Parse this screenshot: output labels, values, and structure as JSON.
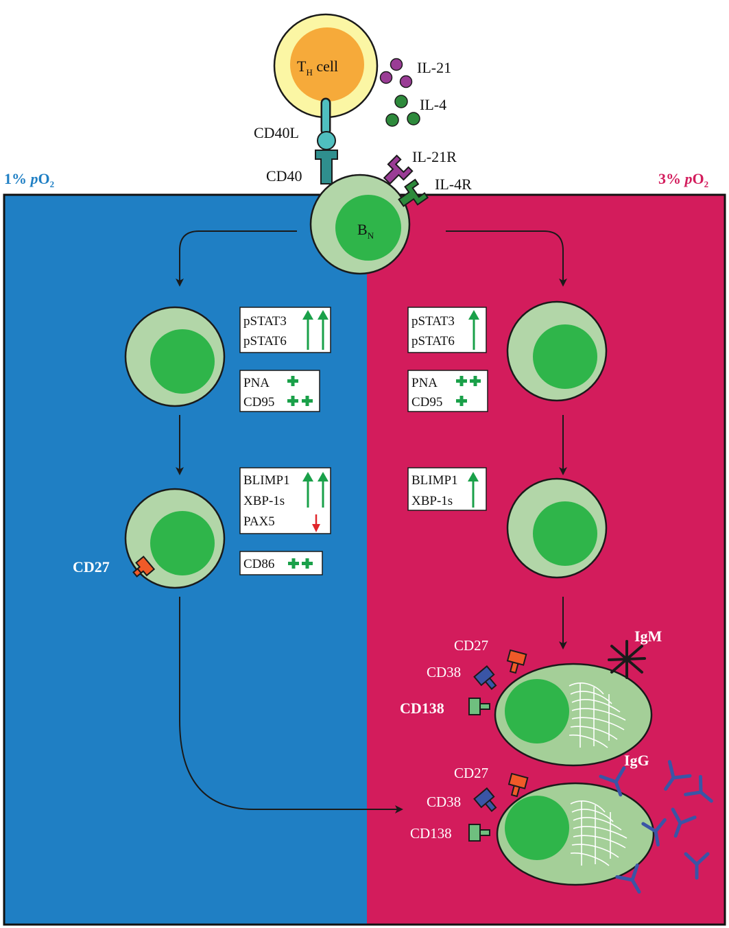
{
  "header": {
    "th_cell_main": "T",
    "th_cell_sub": "H",
    "th_cell_suffix": " cell",
    "il21": "IL-21",
    "il4": "IL-4",
    "cd40l": "CD40L",
    "cd40": "CD40",
    "il21r": "IL-21R",
    "il4r": "IL-4R",
    "bn_main": "B",
    "bn_sub": "N"
  },
  "conditions": {
    "left_prefix": "1% ",
    "left_italic": "p",
    "left_o": "O",
    "left_sub": "2",
    "right_prefix": "3% ",
    "right_italic": "p",
    "right_o": "O",
    "right_sub": "2"
  },
  "left": {
    "stat_line1": "pSTAT3",
    "stat_line2": "pSTAT6",
    "pna": "PNA",
    "cd95": "CD95",
    "blimp1": "BLIMP1",
    "xbp1s": "XBP-1s",
    "pax5": "PAX5",
    "cd86": "CD86",
    "cd27": "CD27"
  },
  "right": {
    "stat_line1": "pSTAT3",
    "stat_line2": "pSTAT6",
    "pna": "PNA",
    "cd95": "CD95",
    "blimp1": "BLIMP1",
    "xbp1s": "XBP-1s"
  },
  "igm_cell": {
    "cd27": "CD27",
    "cd38": "CD38",
    "cd138": "CD138",
    "antibody": "IgM"
  },
  "igg_cell": {
    "cd27": "CD27",
    "cd38": "CD38",
    "cd138": "CD138",
    "antibody": "IgG"
  },
  "colors": {
    "hypoxia_left": "#1f7fc4",
    "hypoxia_right": "#d31c5c",
    "up_arrow": "#1aa049",
    "down_arrow": "#e0262b",
    "plus": "#1aa049"
  }
}
